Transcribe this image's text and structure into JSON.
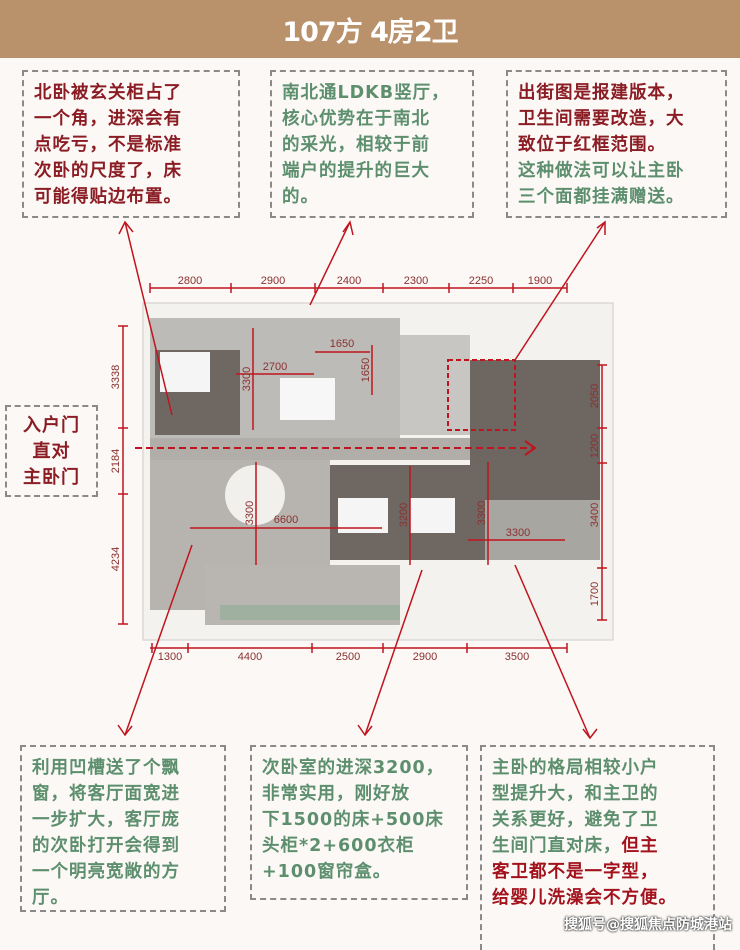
{
  "header": {
    "title": "107方 4房2卫"
  },
  "notes_top": [
    {
      "lines": [
        "北卧被玄关柜占了",
        "一个角，进深会有",
        "点吃亏，不是标准",
        "次卧的尺度了，床",
        "可能得贴边布置。"
      ]
    },
    {
      "lines": [
        "南北通LDKB竖厅，",
        "核心优势在于南北",
        "的采光，相较于前",
        "端户的提升的巨大",
        "的。"
      ]
    },
    {
      "lines_red": [
        "出街图是报建版本，",
        "卫生间需要改造，大",
        "致位于红框范围。"
      ],
      "lines_green": [
        "这种做法可以让主卧",
        "三个面都挂满赠送。"
      ]
    }
  ],
  "side_note": {
    "lines": [
      "入户门",
      "直对",
      "主卧门"
    ]
  },
  "notes_bottom": [
    {
      "lines": [
        "利用凹槽送了个飘",
        "窗，将客厅面宽进",
        "一步扩大，客厅庞",
        "的次卧打开会得到",
        "一个明亮宽敞的方",
        "厅。"
      ]
    },
    {
      "lines": [
        "次卧室的进深3200，",
        "非常实用，刚好放",
        "下1500的床+500床",
        "头柜*2+600衣柜",
        "+100窗帘盒。"
      ]
    },
    {
      "lines_green": [
        "主卧的格局相较小户",
        "型提升大，和主卫的",
        "关系更好，避免了卫"
      ],
      "mixed_green": "生间门直对床，",
      "mixed_red": "但主",
      "lines_red": [
        "客卫都不是一字型，",
        "给婴儿洗澡会不方便。"
      ]
    }
  ],
  "dimensions": {
    "top": [
      "2800",
      "2900",
      "2400",
      "2300",
      "2250",
      "1900"
    ],
    "bottom": [
      "1300",
      "4400",
      "2500",
      "2900",
      "3500"
    ],
    "left": [
      "3338",
      "2184",
      "4234"
    ],
    "right": [
      "2050",
      "1200",
      "3400",
      "1700"
    ],
    "inner": {
      "north_bed_depth": "3300",
      "dining_width": "2700",
      "kitchen_w": "1650",
      "kitchen_d": "1650",
      "living_width": "6600",
      "living_depth": "3300",
      "second_bed_depth": "3200",
      "master_depth": "3300",
      "master_width": "3300"
    }
  },
  "watermark": "搜狐号@搜狐焦点防城港站",
  "colors": {
    "header": "#b9916a",
    "annotation_red": "#c0141e",
    "note_red": "#8b1c24",
    "note_green": "#5d8f6e"
  }
}
